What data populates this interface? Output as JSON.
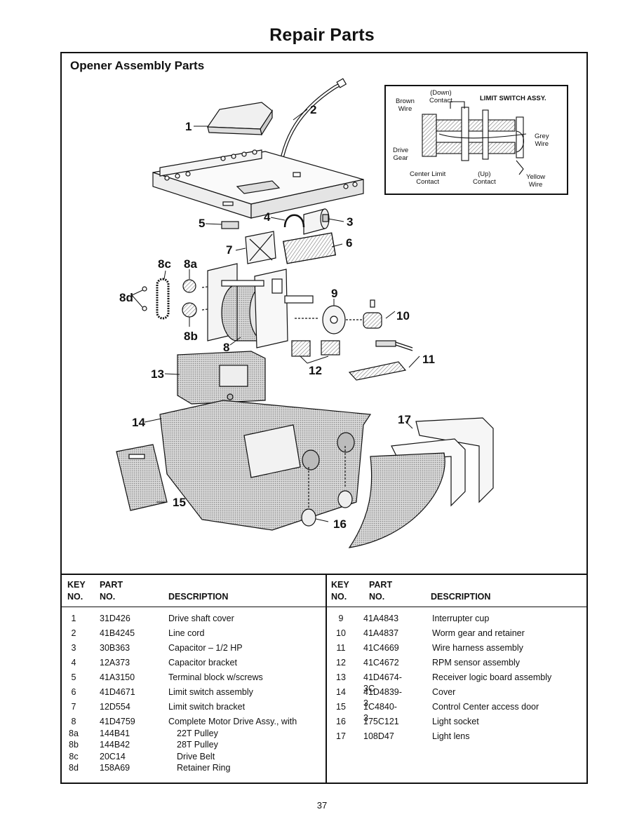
{
  "page": {
    "title": "Repair Parts",
    "number": "37"
  },
  "section": {
    "title": "Opener Assembly Parts"
  },
  "inset": {
    "title": "LIMIT SWITCH ASSY.",
    "labels": {
      "brown_wire": "Brown\nWire",
      "down_contact": "(Down)\nContact",
      "grey_wire": "Grey\nWire",
      "drive_gear": "Drive\nGear",
      "center_limit": "Center Limit\nContact",
      "up_contact": "(Up)\nContact",
      "yellow_wire": "Yellow\nWire"
    }
  },
  "callouts": {
    "c1": "1",
    "c2": "2",
    "c3": "3",
    "c4": "4",
    "c5": "5",
    "c6": "6",
    "c7": "7",
    "c8": "8",
    "c8a": "8a",
    "c8b": "8b",
    "c8c": "8c",
    "c8d": "8d",
    "c9": "9",
    "c10": "10",
    "c11": "11",
    "c12": "12",
    "c13": "13",
    "c14": "14",
    "c15": "15",
    "c16": "16",
    "c17": "17"
  },
  "table": {
    "headers": {
      "key": [
        "KEY",
        "NO."
      ],
      "part": [
        "PART",
        "NO."
      ],
      "description": "DESCRIPTION"
    },
    "left": [
      {
        "key": "1",
        "part": "31D426",
        "desc": "Drive shaft cover"
      },
      {
        "key": "2",
        "part": "41B4245",
        "desc": "Line cord"
      },
      {
        "key": "3",
        "part": "30B363",
        "desc": "Capacitor – 1/2 HP"
      },
      {
        "key": "4",
        "part": "12A373",
        "desc": "Capacitor bracket"
      },
      {
        "key": "5",
        "part": "41A3150",
        "desc": "Terminal block w/screws"
      },
      {
        "key": "6",
        "part": "41D4671",
        "desc": "Limit switch assembly"
      },
      {
        "key": "7",
        "part": "12D554",
        "desc": "Limit switch bracket"
      },
      {
        "key": "8",
        "part": "41D4759",
        "desc": "Complete Motor Drive Assy., with"
      },
      {
        "key": "8a",
        "part": "144B41",
        "desc": "22T Pulley"
      },
      {
        "key": "8b",
        "part": "144B42",
        "desc": "28T Pulley"
      },
      {
        "key": "8c",
        "part": "20C14",
        "desc": "Drive Belt"
      },
      {
        "key": "8d",
        "part": "158A69",
        "desc": "Retainer Ring"
      }
    ],
    "right": [
      {
        "key": "9",
        "part": "41A4843",
        "desc": "Interrupter cup"
      },
      {
        "key": "10",
        "part": "41A4837",
        "desc": "Worm gear and retainer"
      },
      {
        "key": "11",
        "part": "41C4669",
        "desc": "Wire harness assembly"
      },
      {
        "key": "12",
        "part": "41C4672",
        "desc": "RPM sensor assembly"
      },
      {
        "key": "13",
        "part": "41D4674-3C",
        "desc": "Receiver logic board assembly"
      },
      {
        "key": "14",
        "part": "41D4839-3",
        "desc": "Cover"
      },
      {
        "key": "15",
        "part": "1C4840-3",
        "desc": "Control Center access door"
      },
      {
        "key": "16",
        "part": "175C121",
        "desc": "Light socket"
      },
      {
        "key": "17",
        "part": "108D47",
        "desc": "Light lens"
      }
    ]
  }
}
